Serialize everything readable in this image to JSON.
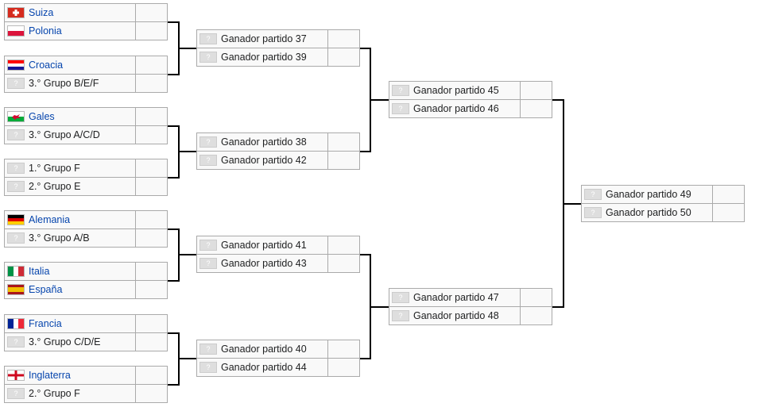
{
  "unknown_glyph": "?",
  "round_of_16": [
    {
      "top": {
        "name": "Suiza",
        "flag": "switzerland-flag-icon",
        "link": true
      },
      "bottom": {
        "name": "Polonia",
        "flag": "poland-flag-icon",
        "link": true
      }
    },
    {
      "top": {
        "name": "Croacia",
        "flag": "croatia-flag-icon",
        "link": true
      },
      "bottom": {
        "name": "3.° Grupo B/E/F",
        "flag": null,
        "link": false
      }
    },
    {
      "top": {
        "name": "Gales",
        "flag": "wales-flag-icon",
        "link": true
      },
      "bottom": {
        "name": "3.° Grupo A/C/D",
        "flag": null,
        "link": false
      }
    },
    {
      "top": {
        "name": "1.° Grupo F",
        "flag": null,
        "link": false
      },
      "bottom": {
        "name": "2.° Grupo E",
        "flag": null,
        "link": false
      }
    },
    {
      "top": {
        "name": "Alemania",
        "flag": "germany-flag-icon",
        "link": true
      },
      "bottom": {
        "name": "3.° Grupo A/B",
        "flag": null,
        "link": false
      }
    },
    {
      "top": {
        "name": "Italia",
        "flag": "italy-flag-icon",
        "link": true
      },
      "bottom": {
        "name": "España",
        "flag": "spain-flag-icon",
        "link": true
      }
    },
    {
      "top": {
        "name": "Francia",
        "flag": "france-flag-icon",
        "link": true
      },
      "bottom": {
        "name": "3.° Grupo C/D/E",
        "flag": null,
        "link": false
      }
    },
    {
      "top": {
        "name": "Inglaterra",
        "flag": "england-flag-icon",
        "link": true
      },
      "bottom": {
        "name": "2.° Grupo F",
        "flag": null,
        "link": false
      }
    }
  ],
  "quarterfinals": [
    {
      "top": "Ganador partido 37",
      "bottom": "Ganador partido 39"
    },
    {
      "top": "Ganador partido 38",
      "bottom": "Ganador partido 42"
    },
    {
      "top": "Ganador partido 41",
      "bottom": "Ganador partido 43"
    },
    {
      "top": "Ganador partido 40",
      "bottom": "Ganador partido 44"
    }
  ],
  "semifinals": [
    {
      "top": "Ganador partido 45",
      "bottom": "Ganador partido 46"
    },
    {
      "top": "Ganador partido 47",
      "bottom": "Ganador partido 48"
    }
  ],
  "final": {
    "top": "Ganador partido 49",
    "bottom": "Ganador partido 50"
  }
}
